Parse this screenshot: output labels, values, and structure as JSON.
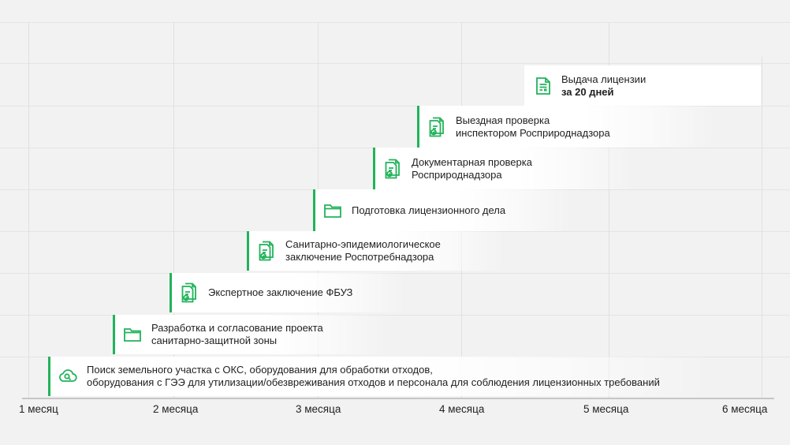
{
  "colors": {
    "accent": "#21b35a",
    "background": "#f2f2f2",
    "card": "#ffffff"
  },
  "axis": {
    "ticks": [
      "1 месяц",
      "2 месяца",
      "3 месяца",
      "4 месяца",
      "5 месяца",
      "6 месяца"
    ]
  },
  "steps": [
    {
      "icon": "cloud-search-icon",
      "lines": [
        "Поиск земельного участка с ОКС, оборудования для обработки отходов,",
        "оборудования с ГЭЭ для утилизации/обезвреживания отходов и персонала для соблюдения лицензионных требований"
      ]
    },
    {
      "icon": "folder-icon",
      "lines": [
        "Разработка и согласование проекта",
        "санитарно-защитной зоны"
      ]
    },
    {
      "icon": "document-check-icon",
      "lines": [
        "Экспертное заключение ФБУЗ"
      ]
    },
    {
      "icon": "document-check-icon",
      "lines": [
        "Санитарно-эпидемиологическое",
        "заключение Роспотребнадзора"
      ]
    },
    {
      "icon": "folder-icon",
      "lines": [
        "Подготовка лицензионного дела"
      ]
    },
    {
      "icon": "document-check-icon",
      "lines": [
        "Документарная проверка",
        "Росприроднадзора"
      ]
    },
    {
      "icon": "document-check-icon",
      "lines": [
        "Выездная проверка",
        "инспектором Росприроднадзора"
      ]
    },
    {
      "icon": "license-icon",
      "lines": [
        "Выдача лицензии",
        "за 20 дней"
      ]
    }
  ]
}
